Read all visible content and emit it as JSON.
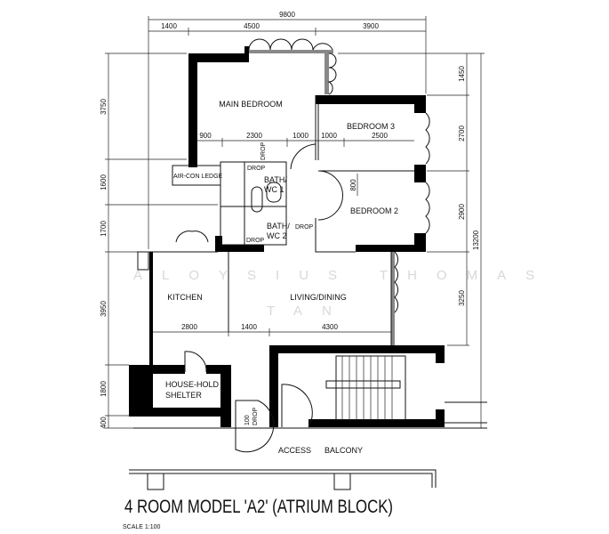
{
  "title": "4 ROOM MODEL 'A2' (ATRIUM BLOCK)",
  "scale": "SCALE  1:100",
  "watermark": {
    "line1": "ALOYSIUS THOMAS",
    "line2": "TAN"
  },
  "rooms": {
    "main_bedroom": "MAIN BEDROOM",
    "bedroom3": "BEDROOM 3",
    "bedroom2": "BEDROOM 2",
    "aircon": "AIR-CON LEDGE",
    "bath1a": "BATH/",
    "bath1b": "WC 1",
    "bath2a": "BATH/",
    "bath2b": "WC 2",
    "kitchen": "KITCHEN",
    "living": "LIVING/DINING",
    "shelter1": "HOUSE-HOLD",
    "shelter2": "SHELTER",
    "access": "ACCESS",
    "balcony": "BALCONY"
  },
  "drop_labels": [
    "DROP",
    "DROP",
    "DROP",
    "DROP",
    "DROP"
  ],
  "dimensions": {
    "top_total": "9800",
    "top": [
      "1400",
      "4500",
      "3900"
    ],
    "left": [
      "3750",
      "1600",
      "1700",
      "3950",
      "1800",
      "400"
    ],
    "right": [
      "1450",
      "2700",
      "2900",
      "3250"
    ],
    "right_total": "13200",
    "inner_upper": [
      "900",
      "2300",
      "1000",
      "1000",
      "2500"
    ],
    "inner_lower": [
      "2800",
      "1400",
      "4300"
    ],
    "bedroom2_niche": "800",
    "door_gap": "100"
  }
}
